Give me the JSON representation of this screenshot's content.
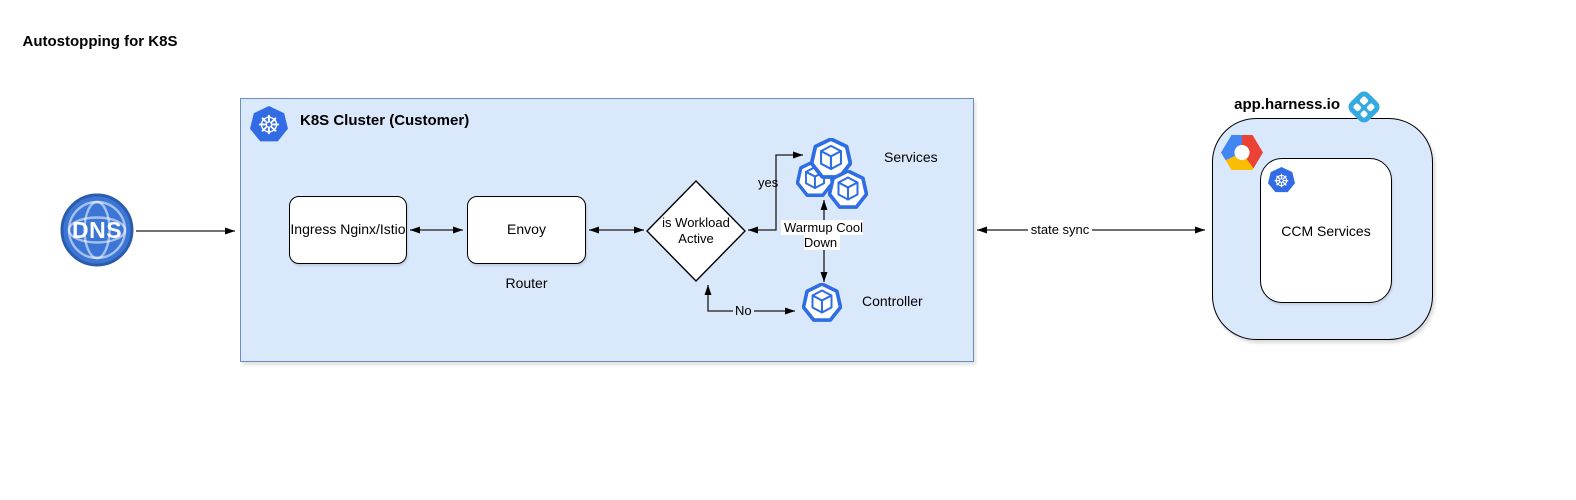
{
  "title": "Autostopping for K8S",
  "dns": {
    "label": "DNS"
  },
  "cluster": {
    "title": "K8S Cluster (Customer)",
    "ingress_label": "Ingress Nginx/Istio",
    "envoy_label": "Envoy",
    "router_caption": "Router",
    "decision_label": "is Workload Active",
    "yes_label": "yes",
    "no_label": "No",
    "services_label": "Services",
    "controller_label": "Controller",
    "warmup_label": "Warmup Cool Down"
  },
  "sync": {
    "label": "state sync"
  },
  "harness": {
    "domain": "app.harness.io",
    "ccm_label": "CCM Services"
  },
  "colors": {
    "cluster_fill": "#dae8fc",
    "cluster_border": "#6c8ebf",
    "kubernetes_blue": "#326ce5",
    "service_icon_blue": "#2e6de4",
    "dns_blue": "#3b76d6",
    "harness_logo_blue": "#35aae1",
    "gcp_red": "#ea4335",
    "gcp_yellow": "#fbbc05",
    "gcp_blue": "#4285f4",
    "line_black": "#000000"
  }
}
